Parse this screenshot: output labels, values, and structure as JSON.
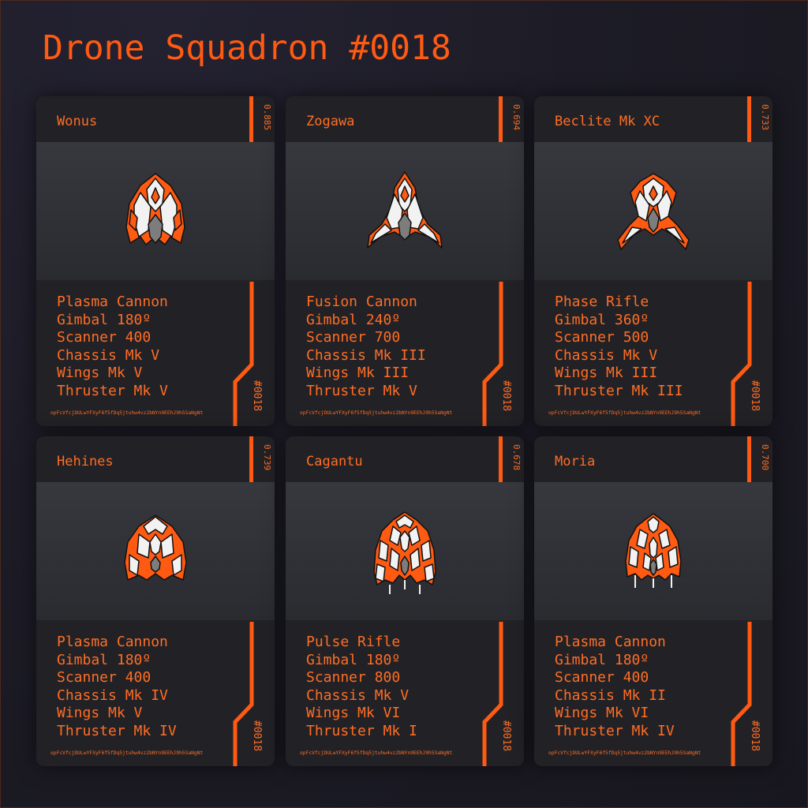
{
  "title": "Drone Squadron #0018",
  "colors": {
    "accent": "#ff5a12",
    "card": "#222226",
    "art_bg": "#33343a",
    "ship_light": "#f2f2f2",
    "ship_core": "#7d7d7d"
  },
  "hash": "opFcVfcjDULwYFXyF6f5fDq5jtuhw4vz2bNYn9EEhJ9h5SaNgNt",
  "cards": [
    {
      "name": "Wonus",
      "score": "0.885",
      "tag": "#0018",
      "specs": [
        "Plasma Cannon",
        "Gimbal 180º",
        "Scanner 400",
        "Chassis Mk V",
        "Wings Mk V",
        "Thruster Mk V"
      ]
    },
    {
      "name": "Zogawa",
      "score": "0.694",
      "tag": "#0018",
      "specs": [
        "Fusion Cannon",
        "Gimbal 240º",
        "Scanner 700",
        "Chassis Mk III",
        "Wings Mk III",
        "Thruster Mk V"
      ]
    },
    {
      "name": "Beclite Mk XC",
      "score": "0.733",
      "tag": "#0018",
      "specs": [
        "Phase Rifle",
        "Gimbal 360º",
        "Scanner 500",
        "Chassis Mk V",
        "Wings Mk III",
        "Thruster Mk III"
      ]
    },
    {
      "name": "Hehines",
      "score": "0.739",
      "tag": "#0018",
      "specs": [
        "Plasma Cannon",
        "Gimbal 180º",
        "Scanner 400",
        "Chassis Mk IV",
        "Wings Mk V",
        "Thruster Mk IV"
      ]
    },
    {
      "name": "Cagantu",
      "score": "0.678",
      "tag": "#0018",
      "specs": [
        "Pulse Rifle",
        "Gimbal 180º",
        "Scanner 800",
        "Chassis Mk V",
        "Wings Mk VI",
        "Thruster Mk I"
      ]
    },
    {
      "name": "Moria",
      "score": "0.700",
      "tag": "#0018",
      "specs": [
        "Plasma Cannon",
        "Gimbal 180º",
        "Scanner 400",
        "Chassis Mk II",
        "Wings Mk VI",
        "Thruster Mk IV"
      ]
    }
  ]
}
